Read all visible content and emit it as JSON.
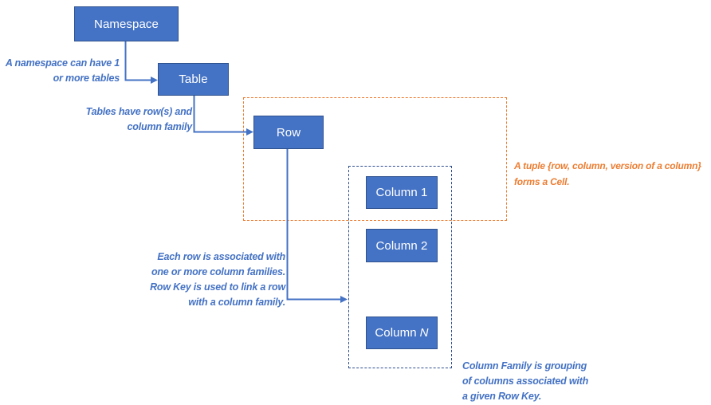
{
  "nodes": {
    "namespace": {
      "label": "Namespace"
    },
    "table": {
      "label": "Table"
    },
    "row": {
      "label": "Row"
    },
    "column1": {
      "label": "Column 1"
    },
    "column2": {
      "label": "Column 2"
    },
    "columnN": {
      "prefix": "Column",
      "suffix": "N"
    }
  },
  "annotations": {
    "namespace_note": "A namespace can have 1\nor more tables",
    "table_note": "Tables have row(s) and\ncolumn family",
    "row_note": "Each row is associated with\none or more column families.\nRow Key is used to link a row\nwith a column family.",
    "cell_note": "A tuple {row, column, version of a column}\nforms a Cell.",
    "column_family_note": "Column Family is grouping\nof columns associated with\na given Row Key."
  },
  "colors": {
    "node_fill": "#4472C4",
    "node_border": "#2F528F",
    "connector": "#4472C4",
    "annotation_blue": "#4472C4",
    "annotation_orange": "#ED7D31",
    "cell_group_border": "#ED7D31",
    "column_family_border": "#2E4D8E"
  }
}
